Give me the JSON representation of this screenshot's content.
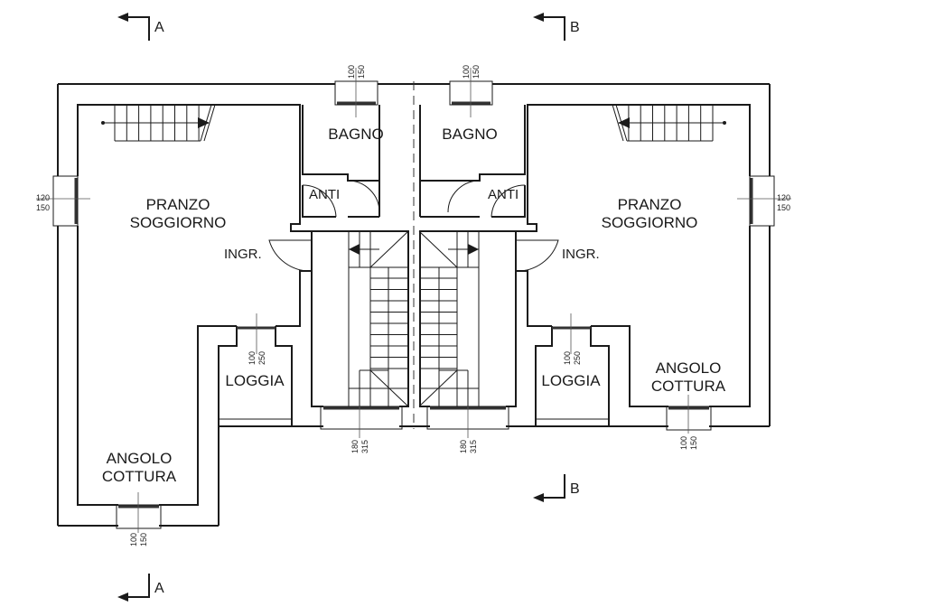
{
  "drawing": {
    "type": "floor-plan",
    "description": "Semi-detached house ground floor plan, two mirrored units",
    "rooms_left": {
      "living": [
        "PRANZO",
        "SOGGIORNO"
      ],
      "bath": "BAGNO",
      "anteroom": "ANTI",
      "entry": "INGR.",
      "loggia": "LOGGIA",
      "kitchen": [
        "ANGOLO",
        "COTTURA"
      ]
    },
    "rooms_right": {
      "living": [
        "PRANZO",
        "SOGGIORNO"
      ],
      "bath": "BAGNO",
      "anteroom": "ANTI",
      "entry": "INGR.",
      "loggia": "LOGGIA",
      "kitchen": [
        "ANGOLO",
        "COTTURA"
      ]
    },
    "section_marks": {
      "a_top": "A",
      "a_bottom": "A",
      "b_top": "B",
      "b_bottom": "B"
    },
    "window_dims": {
      "west_wall": [
        "120",
        "150"
      ],
      "east_wall": [
        "120",
        "150"
      ],
      "bath_left": [
        "100",
        "150"
      ],
      "bath_right": [
        "100",
        "150"
      ],
      "stair_left": [
        "180",
        "315"
      ],
      "stair_right": [
        "180",
        "315"
      ],
      "loggia_left": [
        "100",
        "250"
      ],
      "loggia_right": [
        "100",
        "250"
      ],
      "kitchen_left": [
        "100",
        "150"
      ],
      "kitchen_right": [
        "100",
        "150"
      ]
    }
  }
}
